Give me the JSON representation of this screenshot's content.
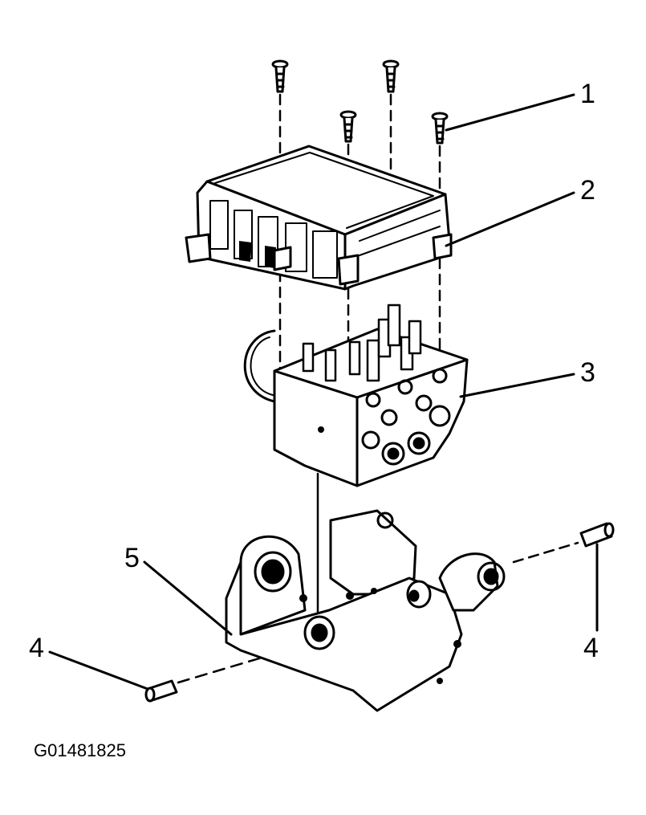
{
  "diagram": {
    "figure_id": "G01481825",
    "callouts": {
      "c1": "1",
      "c2": "2",
      "c3": "3",
      "c4_left": "4",
      "c4_right": "4",
      "c5": "5"
    }
  }
}
